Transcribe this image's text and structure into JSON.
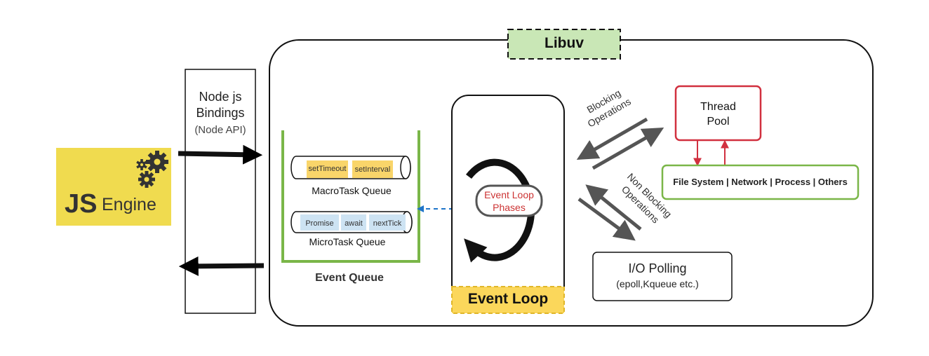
{
  "js_engine": {
    "badge": "JS",
    "label": "Engine",
    "bg_color": "#f0db4f"
  },
  "bindings": {
    "line1": "Node js",
    "line2": "Bindings",
    "line3": "(Node API)"
  },
  "libuv": {
    "title": "Libuv",
    "tag_color": "#c9e7b6"
  },
  "event_queue": {
    "title": "Event Queue",
    "macro": {
      "label": "MacroTask Queue",
      "items": [
        "setTimeout",
        "setInterval"
      ],
      "item_color": "#f9d56a"
    },
    "micro": {
      "label": "MicroTask Queue",
      "items": [
        "Promise",
        "await",
        "nextTick"
      ],
      "item_color": "#cde3f3"
    },
    "border_color": "#7ab648"
  },
  "event_loop": {
    "title": "Event Loop",
    "phases_line1": "Event Loop",
    "phases_line2": "Phases",
    "title_bg": "#fbd75b"
  },
  "operations": {
    "blocking_line1": "Blocking",
    "blocking_line2": "Operations",
    "nonblocking_line1": "Non Blocking",
    "nonblocking_line2": "Operations"
  },
  "thread_pool": {
    "line1": "Thread",
    "line2": "Pool",
    "border_color": "#d1303f"
  },
  "resources": {
    "label": "File System | Network | Process | Others",
    "border_color": "#7ab648"
  },
  "io_polling": {
    "title": "I/O Polling",
    "subtitle": "(epoll,Kqueue etc.)"
  }
}
